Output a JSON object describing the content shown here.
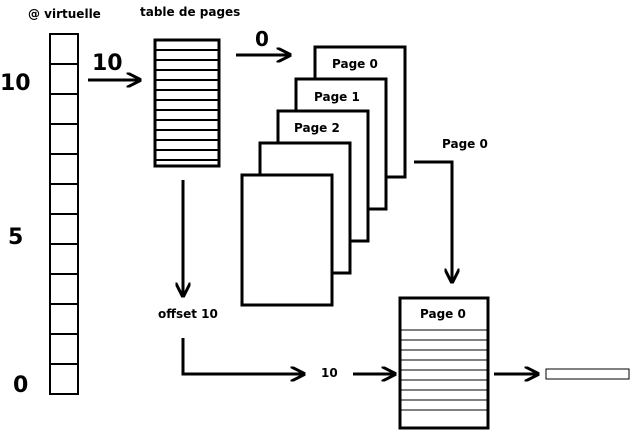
{
  "virtual_address": {
    "title": "@ virtuelle",
    "index_labels": [
      "10",
      "5",
      "0"
    ]
  },
  "page_table": {
    "title": "table de pages",
    "input_label": "10",
    "output_label": "0"
  },
  "pages_stack": {
    "labels": [
      "Page 0",
      "Page 1",
      "Page 2"
    ]
  },
  "offset": {
    "label": "offset 10",
    "value_label": "10"
  },
  "selected_page": {
    "arrow_label": "Page 0",
    "box_title": "Page 0"
  },
  "colors": {
    "stroke": "#000000",
    "fill": "#ffffff"
  }
}
